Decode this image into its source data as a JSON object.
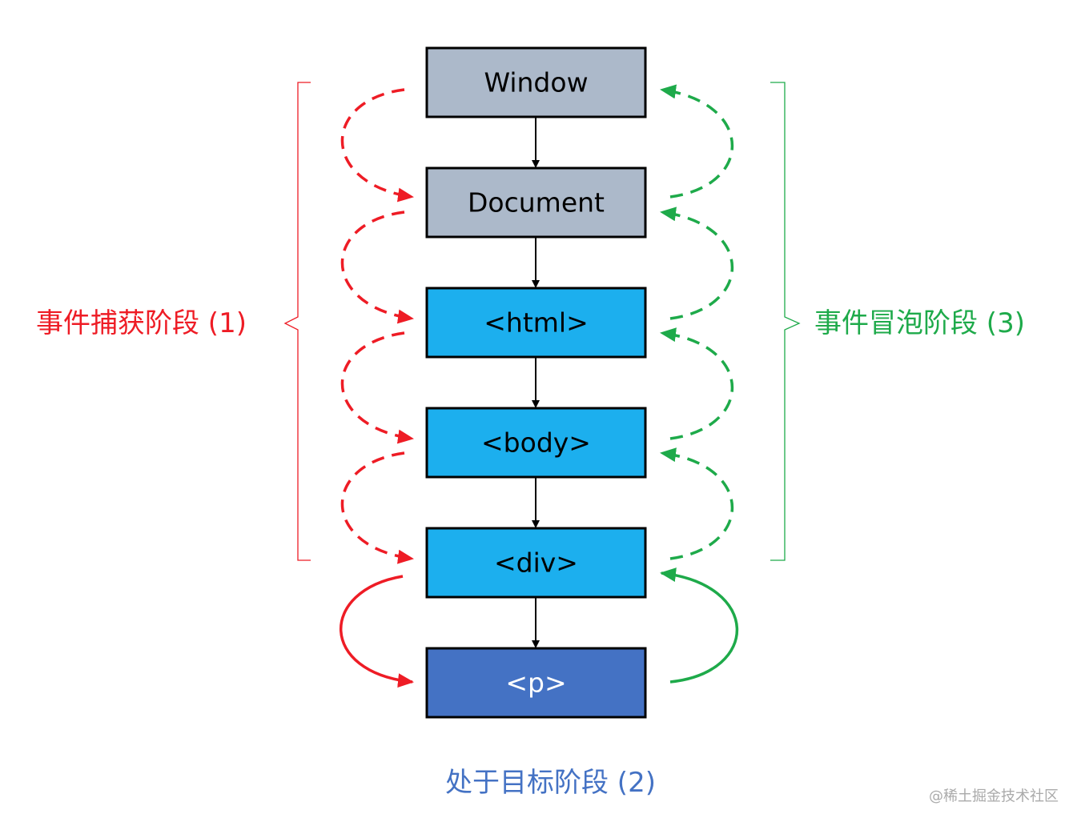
{
  "nodes": [
    {
      "id": "window",
      "label": "Window",
      "fill": "#acb9ca",
      "text_color": "#000000"
    },
    {
      "id": "document",
      "label": "Document",
      "fill": "#acb9ca",
      "text_color": "#000000"
    },
    {
      "id": "html",
      "label": "<html>",
      "fill": "#1cafee",
      "text_color": "#000000"
    },
    {
      "id": "body",
      "label": "<body>",
      "fill": "#1cafee",
      "text_color": "#000000"
    },
    {
      "id": "div",
      "label": "<div>",
      "fill": "#1cafee",
      "text_color": "#000000"
    },
    {
      "id": "p",
      "label": "<p>",
      "fill": "#4472c4",
      "text_color": "#ffffff"
    }
  ],
  "phases": {
    "capture": {
      "label": "事件捕获阶段 (1)",
      "color": "#ee1c25"
    },
    "bubble": {
      "label": "事件冒泡阶段 (3)",
      "color": "#1eaa4a"
    },
    "target": {
      "label": "处于目标阶段 (2)",
      "color": "#4472c4"
    }
  },
  "watermark": "@稀土掘金技术社区"
}
